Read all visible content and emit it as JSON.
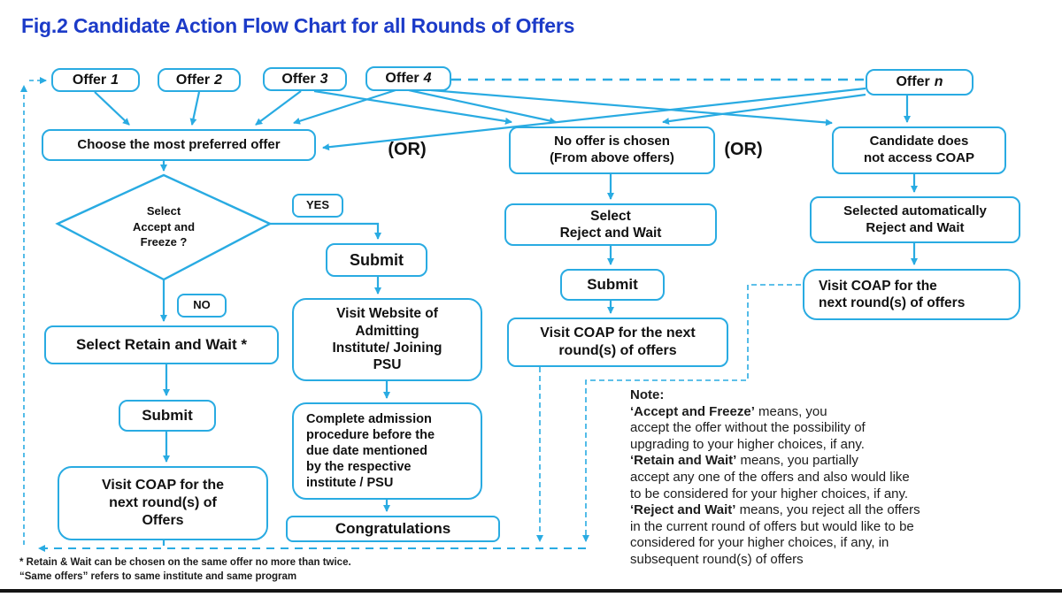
{
  "title": "Fig.2 Candidate Action Flow Chart for all Rounds of Offers",
  "colors": {
    "accent": "#29abe2",
    "title_blue": "#1c3bc8",
    "text": "#111111"
  },
  "nodes": {
    "offer1": {
      "label": "Offer",
      "num": "1"
    },
    "offer2": {
      "label": "Offer",
      "num": "2"
    },
    "offer3": {
      "label": "Offer",
      "num": "3"
    },
    "offer4": {
      "label": "Offer",
      "num": "4"
    },
    "offer_n": {
      "label": "Offer",
      "num": "n"
    },
    "choose": "Choose the most preferred offer",
    "or1": "(OR)",
    "or2": "(OR)",
    "no_offer": {
      "lines": [
        "No offer is chosen",
        "(From above offers)"
      ]
    },
    "candidate": {
      "lines": [
        "Candidate does",
        "not access COAP"
      ]
    },
    "diamond": {
      "lines": [
        "Select",
        "Accept and",
        "Freeze ?"
      ]
    },
    "yes": "YES",
    "no": "NO",
    "submit_yes": "Submit",
    "visit_website": {
      "lines": [
        "Visit Website of",
        "Admitting",
        "Institute/ Joining",
        "PSU"
      ]
    },
    "complete": {
      "lines": [
        "Complete admission",
        "procedure before the",
        "due date mentioned",
        "by the respective",
        "institute / PSU"
      ]
    },
    "congrats": "Congratulations",
    "select_retain": "Select Retain and Wait *",
    "submit_no": "Submit",
    "visit_coap_left": {
      "lines": [
        "Visit COAP for the",
        "next round(s) of",
        "Offers"
      ]
    },
    "select_reject": {
      "lines": [
        "Select",
        "Reject and Wait"
      ]
    },
    "submit_mid": "Submit",
    "visit_coap_mid": {
      "lines": [
        "Visit COAP for the next",
        "round(s) of offers"
      ]
    },
    "selected_auto": {
      "lines": [
        "Selected automatically",
        "Reject and Wait"
      ]
    },
    "visit_coap_right": {
      "lines": [
        "Visit COAP for the",
        "next round(s) of offers"
      ]
    }
  },
  "note_lines": [
    {
      "b": "Note:",
      "r": ""
    },
    {
      "b": "‘Accept and Freeze’",
      "r": " means, you"
    },
    {
      "b": "",
      "r": "accept the offer without the possibility of"
    },
    {
      "b": "",
      "r": "upgrading to your higher choices, if any."
    },
    {
      "b": "‘Retain and Wait’",
      "r": " means, you partially"
    },
    {
      "b": "",
      "r": "accept any one of the offers and also would like"
    },
    {
      "b": "",
      "r": "to be considered for your higher choices, if any."
    },
    {
      "b": "‘Reject and Wait’",
      "r": " means, you reject all the offers"
    },
    {
      "b": "",
      "r": "in the current round of offers but would like to be"
    },
    {
      "b": "",
      "r": "considered for your higher choices, if any, in"
    },
    {
      "b": "",
      "r": "subsequent round(s) of offers"
    }
  ],
  "footnotes": [
    "* Retain & Wait can be chosen on the same offer no more than twice.",
    "“Same offers” refers to same institute and same program"
  ]
}
